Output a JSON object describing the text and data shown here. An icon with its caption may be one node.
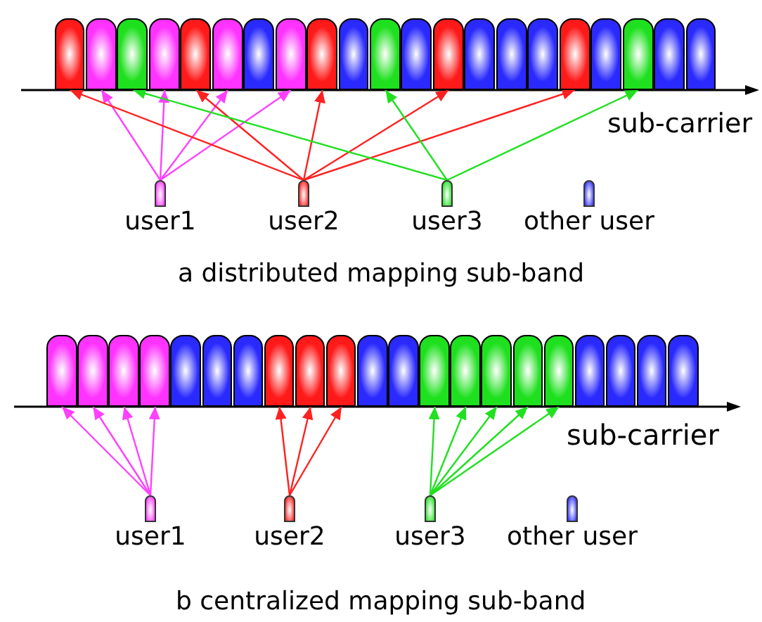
{
  "diagram": {
    "nodes": [
      {
        "text": [],
        "shape": "bar"
      },
      {
        "text": [],
        "shape": "bar"
      },
      {
        "text": [],
        "shape": "bar"
      },
      {
        "text": [],
        "shape": "bar"
      },
      {
        "text": [],
        "shape": "bar"
      },
      {
        "text": [],
        "shape": "bar"
      },
      {
        "text": [],
        "shape": "bar"
      },
      {
        "text": [],
        "shape": "bar"
      },
      {
        "text": [],
        "shape": "bar"
      },
      {
        "text": [],
        "shape": "bar"
      },
      {
        "text": [],
        "shape": "bar"
      },
      {
        "text": [],
        "shape": "bar"
      },
      {
        "text": [],
        "shape": "bar"
      },
      {
        "text": [],
        "shape": "bar"
      },
      {
        "text": [],
        "shape": "bar"
      },
      {
        "text": [],
        "shape": "bar"
      },
      {
        "text": [],
        "shape": "bar"
      },
      {
        "text": [],
        "shape": "bar"
      },
      {
        "text": [],
        "shape": "bar"
      },
      {
        "text": [],
        "shape": "bar"
      },
      {
        "text": [],
        "shape": "bar"
      },
      {
        "text": [
          "user1"
        ]
      },
      {
        "text": [
          "user2"
        ]
      },
      {
        "text": [
          "user3"
        ]
      },
      {
        "text": [
          "other user"
        ]
      },
      {
        "text": [],
        "shape": "bar"
      },
      {
        "text": [],
        "shape": "bar"
      },
      {
        "text": [],
        "shape": "bar"
      },
      {
        "text": [],
        "shape": "bar"
      },
      {
        "text": [],
        "shape": "bar"
      },
      {
        "text": [],
        "shape": "bar"
      },
      {
        "text": [],
        "shape": "bar"
      },
      {
        "text": [],
        "shape": "bar"
      },
      {
        "text": [],
        "shape": "bar"
      },
      {
        "text": [],
        "shape": "bar"
      },
      {
        "text": [],
        "shape": "bar"
      },
      {
        "text": [],
        "shape": "bar"
      },
      {
        "text": [],
        "shape": "bar"
      },
      {
        "text": [],
        "shape": "bar"
      },
      {
        "text": [],
        "shape": "bar"
      },
      {
        "text": [],
        "shape": "bar"
      },
      {
        "text": [],
        "shape": "bar"
      },
      {
        "text": [],
        "shape": "bar"
      },
      {
        "text": [],
        "shape": "bar"
      },
      {
        "text": [],
        "shape": "bar"
      },
      {
        "text": [],
        "shape": "bar"
      },
      {
        "text": [
          "user1"
        ]
      },
      {
        "text": [
          "user2"
        ]
      },
      {
        "text": [
          "user3"
        ]
      },
      {
        "text": [
          "other user"
        ]
      }
    ],
    "edges": [
      {
        "from": 21,
        "to": 1,
        "arrow": "to",
        "color": "#ff40ff"
      },
      {
        "from": 21,
        "to": 3,
        "arrow": "to",
        "color": "#ff40ff"
      },
      {
        "from": 21,
        "to": 5,
        "arrow": "to",
        "color": "#ff40ff"
      },
      {
        "from": 21,
        "to": 7,
        "arrow": "to",
        "color": "#ff40ff"
      },
      {
        "from": 22,
        "to": 0,
        "arrow": "to",
        "color": "#ff2020"
      },
      {
        "from": 22,
        "to": 4,
        "arrow": "to",
        "color": "#ff2020"
      },
      {
        "from": 22,
        "to": 8,
        "arrow": "to",
        "color": "#ff2020"
      },
      {
        "from": 22,
        "to": 12,
        "arrow": "to",
        "color": "#ff2020"
      },
      {
        "from": 22,
        "to": 16,
        "arrow": "to",
        "color": "#ff2020"
      },
      {
        "from": 23,
        "to": 2,
        "arrow": "to",
        "color": "#20e020"
      },
      {
        "from": 23,
        "to": 10,
        "arrow": "to",
        "color": "#20e020"
      },
      {
        "from": 23,
        "to": 18,
        "arrow": "to",
        "color": "#20e020"
      },
      {
        "from": 46,
        "to": 25,
        "arrow": "to",
        "color": "#ff40ff"
      },
      {
        "from": 46,
        "to": 26,
        "arrow": "to",
        "color": "#ff40ff"
      },
      {
        "from": 46,
        "to": 27,
        "arrow": "to",
        "color": "#ff40ff"
      },
      {
        "from": 46,
        "to": 28,
        "arrow": "to",
        "color": "#ff40ff"
      },
      {
        "from": 47,
        "to": 32,
        "arrow": "to",
        "color": "#ff2020"
      },
      {
        "from": 47,
        "to": 33,
        "arrow": "to",
        "color": "#ff2020"
      },
      {
        "from": 47,
        "to": 34,
        "arrow": "to",
        "color": "#ff2020"
      },
      {
        "from": 48,
        "to": 37,
        "arrow": "to",
        "color": "#20e020"
      },
      {
        "from": 48,
        "to": 38,
        "arrow": "to",
        "color": "#20e020"
      },
      {
        "from": 48,
        "to": 39,
        "arrow": "to",
        "color": "#20e020"
      },
      {
        "from": 48,
        "to": 40,
        "arrow": "to",
        "color": "#20e020"
      },
      {
        "from": 48,
        "to": 41,
        "arrow": "to",
        "color": "#20e020"
      }
    ],
    "labels": [
      "sub-carrier",
      "a distributed mapping sub-band",
      "sub-carrier",
      "b centralized mapping sub-band"
    ]
  }
}
